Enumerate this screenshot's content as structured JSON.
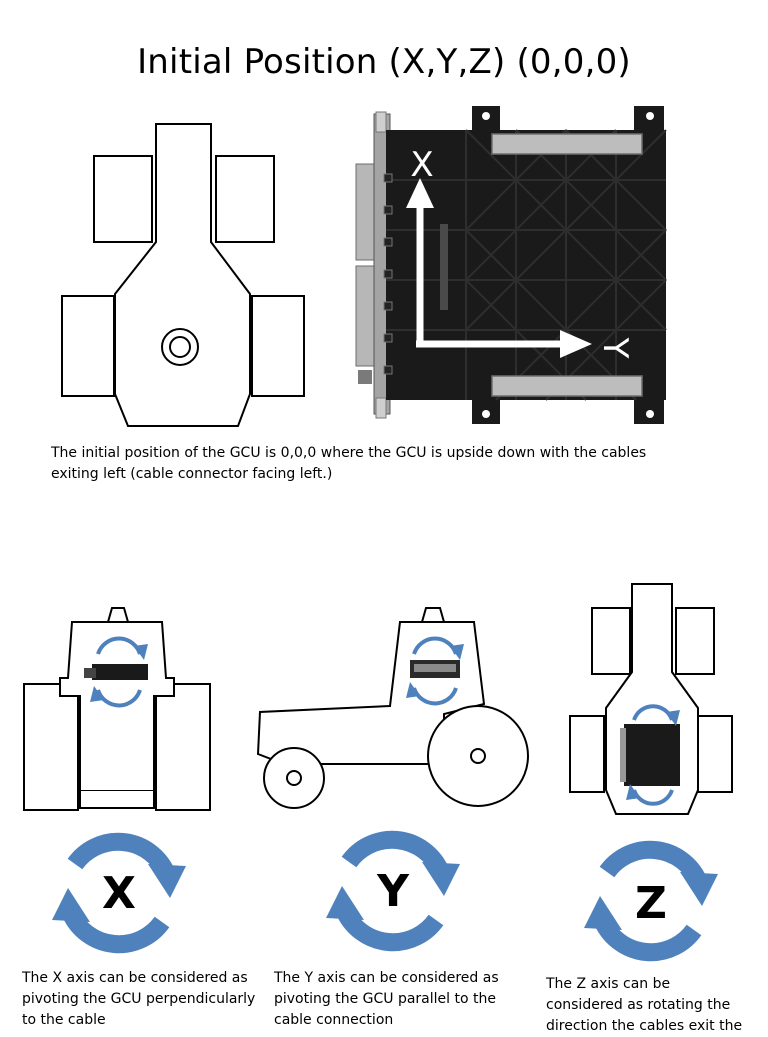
{
  "title": "Initial Position  (X,Y,Z) (0,0,0)",
  "gcu_axis_labels": {
    "x": "X",
    "y": "Y"
  },
  "initial_caption": "The initial position of the GCU is 0,0,0 where the GCU is upside down with the cables exiting left (cable connector facing left.)",
  "axes": [
    {
      "letter": "X",
      "caption": "The X axis can be considered as pivoting the GCU perpendicularly to the cable"
    },
    {
      "letter": "Y",
      "caption": "The Y axis can be considered as pivoting the GCU parallel to the cable connection"
    },
    {
      "letter": "Z",
      "caption": "The Z axis can be considered as rotating the direction the cables exit the"
    }
  ],
  "colors": {
    "arrow_blue": "#4f81bd",
    "arrow_stroke": "#3a659a",
    "gcu_body": "#1a1a1a"
  }
}
